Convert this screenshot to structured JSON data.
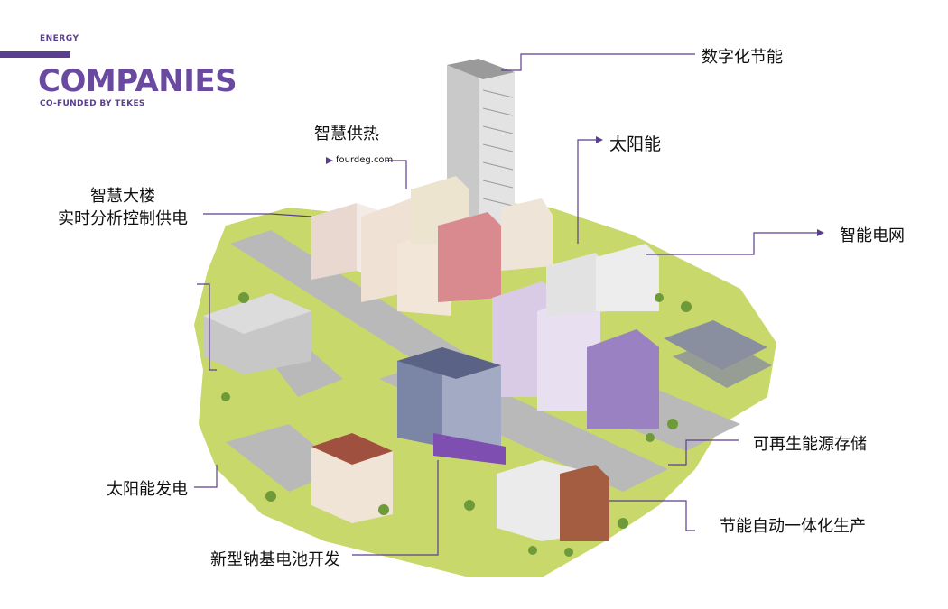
{
  "brand": {
    "kicker": "ENERGY",
    "title": "COMPANIES",
    "subtitle": "CO-FUNDED BY TEKES"
  },
  "labels": {
    "digital_energy_saving": "数字化节能",
    "smart_heating": "智慧供热",
    "fourdeg": "fourdeg.com",
    "solar": "太阳能",
    "smart_building_l1": "智慧大楼",
    "smart_building_l2": "实时分析控制供电",
    "smart_grid": "智能电网",
    "renewable_storage": "可再生能源存储",
    "solar_power": "太阳能发电",
    "automation": "节能自动一体化生产",
    "sodium_battery": "新型钠基电池开发"
  },
  "colors": {
    "accent": "#6a4aa0",
    "line": "#5b3f8f",
    "ground": "#c8d86a",
    "road": "#b9b9b9"
  }
}
